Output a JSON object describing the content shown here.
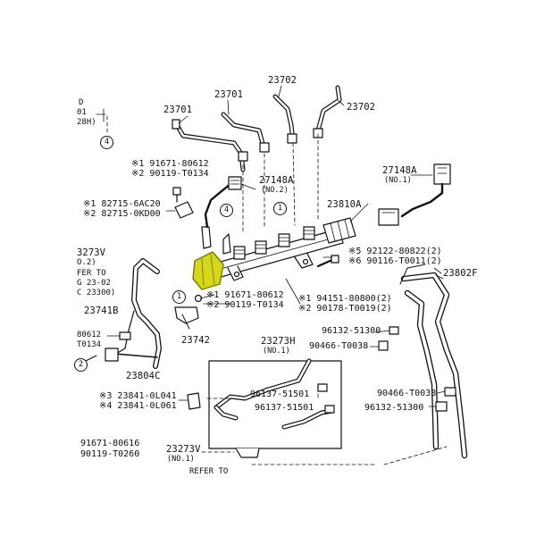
{
  "labels": {
    "t23701_a": "23701",
    "t23701_b": "23701",
    "t23702_a": "23702",
    "t23702_b": "23702",
    "bolt_91671_806_1": "※1 91671-80612",
    "bolt_90119_a": "※2 90119-T0134",
    "part_27148a_c": "27148A",
    "part_27148a_c_sub": "(NO.2)",
    "part_27148a_r": "27148A",
    "part_27148a_r_sub": "(NO.1)",
    "clamp_82715_a": "※1 82715-6AC20",
    "clamp_82715_b": "※2 82715-0KD00",
    "part_23810a": "23810A",
    "bolt_92122": "※5 92122-80822(2)",
    "bolt_90116": "※6 90116-T0011(2)",
    "part_23802f": "23802F",
    "bolt_91671_806_2": "※1 91671-80612",
    "bolt_90119_b": "※2 90119-T0134",
    "bolt_94151": "※1 94151-80800(2)",
    "bolt_90178": "※2 90178-T0019(2)",
    "part_23741b": "23741B",
    "part_23742": "23742",
    "part_96132_a": "96132-51300",
    "part_90466_a": "90466-T0038",
    "part_23804c": "23804C",
    "part_23273h": "23273H",
    "part_23273h_sub": "(NO.1)",
    "part_96137_a": "96137-51501",
    "part_96137_b": "96137-51501",
    "part_23841_a": "※3 23841-0L041",
    "part_23841_b": "※4 23841-0L061",
    "part_90466_b": "90466-T0038",
    "part_96132_b": "96132-51300",
    "bolt_91671_80616": "91671-80616",
    "bolt_90119_t0260": "90119-T0260",
    "part_23273v": "23273V",
    "part_23273v_sub": "(NO.1)",
    "frag_left_d": "D",
    "frag_left_01": "01",
    "frag_left_28h": "28H)",
    "frag_left_3273v": "3273V",
    "frag_left_no2": "O.2)",
    "frag_left_ferto": "FER TO",
    "frag_left_23_02": "G 23-02",
    "frag_left_23300": "C 23300)",
    "frag_left_80612": "80612",
    "frag_left_t0134": "T0134",
    "frag_bottom_refer": "REFER TO"
  },
  "callouts": {
    "c1": "4",
    "c2": "4",
    "c3": "1",
    "c4": "1",
    "c5": "2"
  },
  "colors": {
    "line": "#111111",
    "highlight": "#d6d61c",
    "highlight_edge": "#7a7a00",
    "background": "#ffffff"
  }
}
